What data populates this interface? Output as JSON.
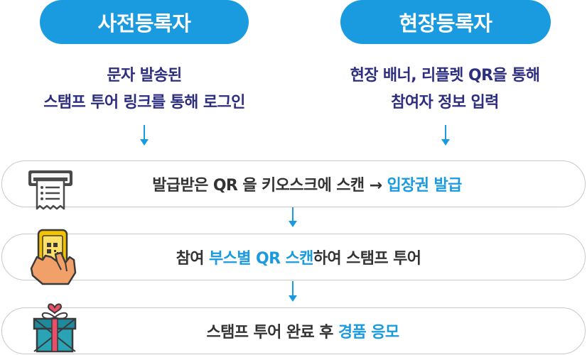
{
  "left_column": {
    "header": "사전등록자",
    "desc_line1": "문자 발송된",
    "desc_line2": "스탬프 투어 링크를 통해 로그인"
  },
  "right_column": {
    "header": "현장등록자",
    "desc_line1": "현장 배너, 리플렛 QR을 통해",
    "desc_line2": "참여자 정보 입력"
  },
  "steps": [
    {
      "before": "발급받은 QR 을 키오스크에 스캔 → ",
      "highlight": "입장권 발급",
      "after": "",
      "icon": "kiosk-receipt-icon"
    },
    {
      "before": "참여 ",
      "highlight": "부스별 QR 스캔",
      "after": "하여 스탬프 투어",
      "icon": "phone-qr-scan-icon"
    },
    {
      "before": "스탬프 투어 완료 후 ",
      "highlight": "경품 응모",
      "after": "",
      "icon": "gift-box-icon"
    }
  ],
  "colors": {
    "accent": "#1a9be0",
    "desc_text": "#2e2e80",
    "body_text": "#333333",
    "border": "#c9c9c9"
  }
}
